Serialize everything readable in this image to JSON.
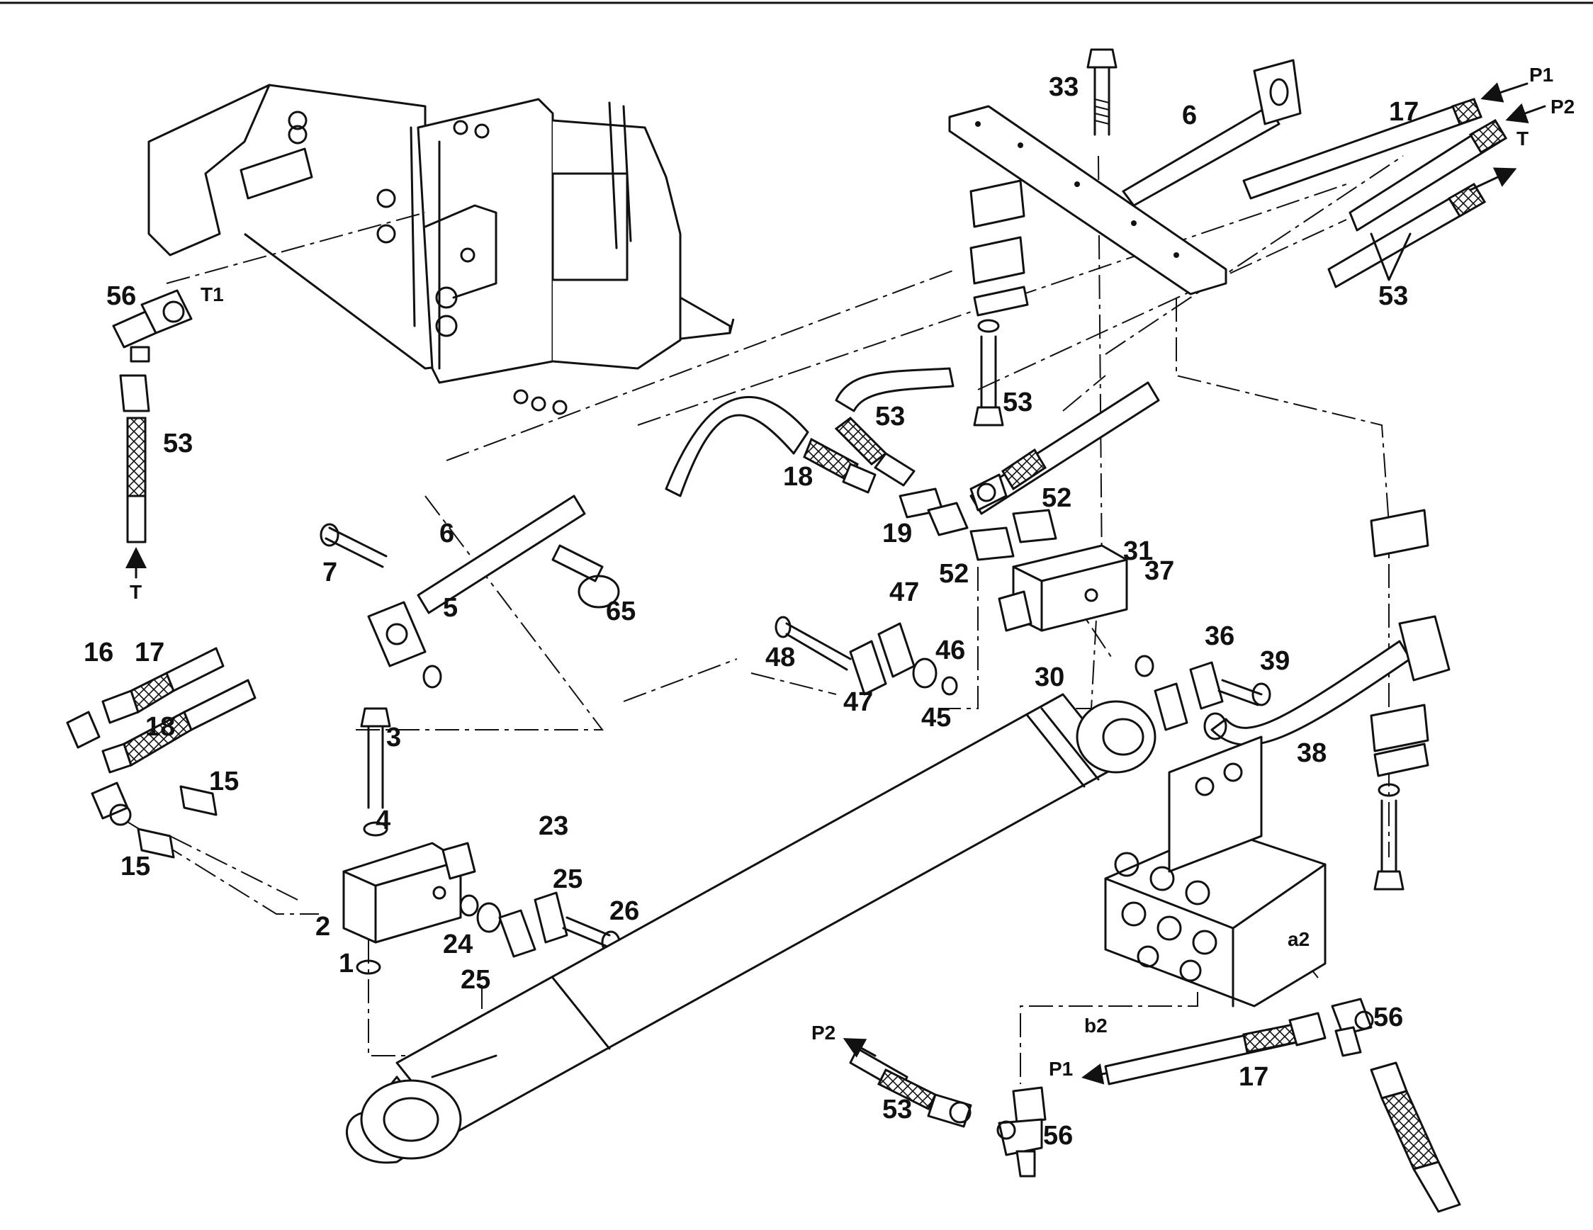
{
  "labels": {
    "l56a": "56",
    "lT1": "T1",
    "l53a": "53",
    "lTa": "T",
    "l33": "33",
    "l6a": "6",
    "lP1a": "P1",
    "lP2a": "P2",
    "l17a": "17",
    "lTb": "T",
    "l53b": "53",
    "l53c": "53",
    "l53d": "53",
    "l18a": "18",
    "l52a": "52",
    "l19": "19",
    "l31": "31",
    "l52b": "52",
    "l6b": "6",
    "l7": "7",
    "l5": "5",
    "l65": "65",
    "l47a": "47",
    "l48": "48",
    "l47b": "47",
    "l46": "46",
    "l45": "45",
    "l30": "30",
    "l37": "37",
    "l36": "36",
    "l39": "39",
    "l38": "38",
    "l16": "16",
    "l17b": "17",
    "l18b": "18",
    "l15a": "15",
    "l15b": "15",
    "l3": "3",
    "l4": "4",
    "l23": "23",
    "l2": "2",
    "l24": "24",
    "l25a": "25",
    "l26": "26",
    "l1": "1",
    "l25b": "25",
    "la2": "a2",
    "lb2": "b2",
    "l56b": "56",
    "lP2b": "P2",
    "l53e": "53",
    "lP1b": "P1",
    "l17c": "17",
    "l56c": "56"
  },
  "icons": [
    "arrow-icon"
  ]
}
